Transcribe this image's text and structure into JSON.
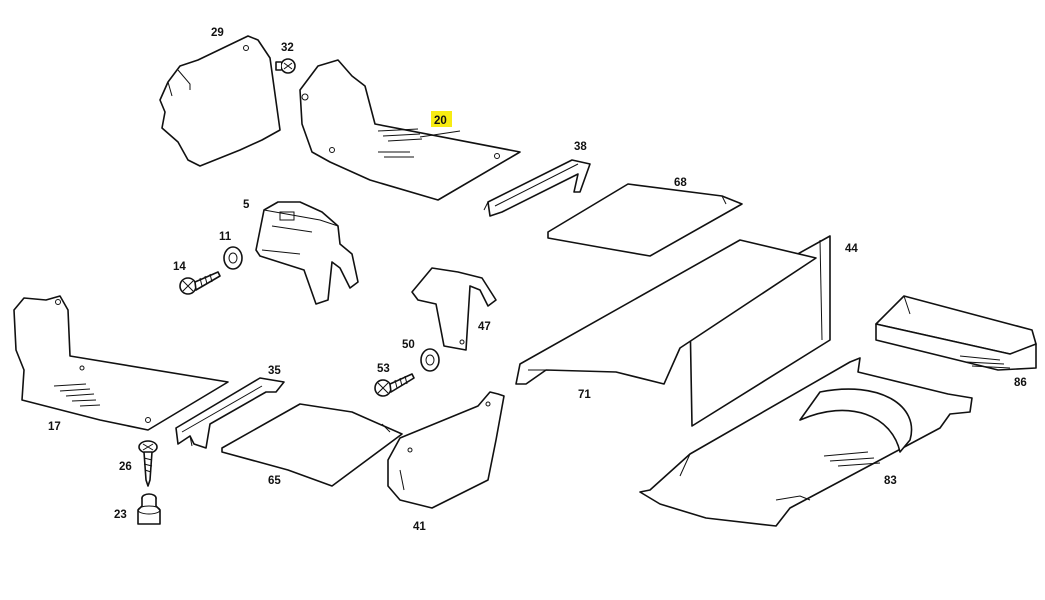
{
  "diagram": {
    "highlight_color": "#f7ec13",
    "line_color": "#111111",
    "parts": [
      {
        "id": "p29",
        "number": "29"
      },
      {
        "id": "p32",
        "number": "32"
      },
      {
        "id": "p20",
        "number": "20",
        "highlighted": true
      },
      {
        "id": "p38",
        "number": "38"
      },
      {
        "id": "p68",
        "number": "68"
      },
      {
        "id": "p5",
        "number": "5"
      },
      {
        "id": "p11",
        "number": "11"
      },
      {
        "id": "p14",
        "number": "14"
      },
      {
        "id": "p44",
        "number": "44"
      },
      {
        "id": "p47",
        "number": "47"
      },
      {
        "id": "p50",
        "number": "50"
      },
      {
        "id": "p53",
        "number": "53"
      },
      {
        "id": "p35",
        "number": "35"
      },
      {
        "id": "p17",
        "number": "17"
      },
      {
        "id": "p71",
        "number": "71"
      },
      {
        "id": "p86",
        "number": "86"
      },
      {
        "id": "p26",
        "number": "26"
      },
      {
        "id": "p65",
        "number": "65"
      },
      {
        "id": "p41",
        "number": "41"
      },
      {
        "id": "p83",
        "number": "83"
      },
      {
        "id": "p23",
        "number": "23"
      }
    ]
  }
}
